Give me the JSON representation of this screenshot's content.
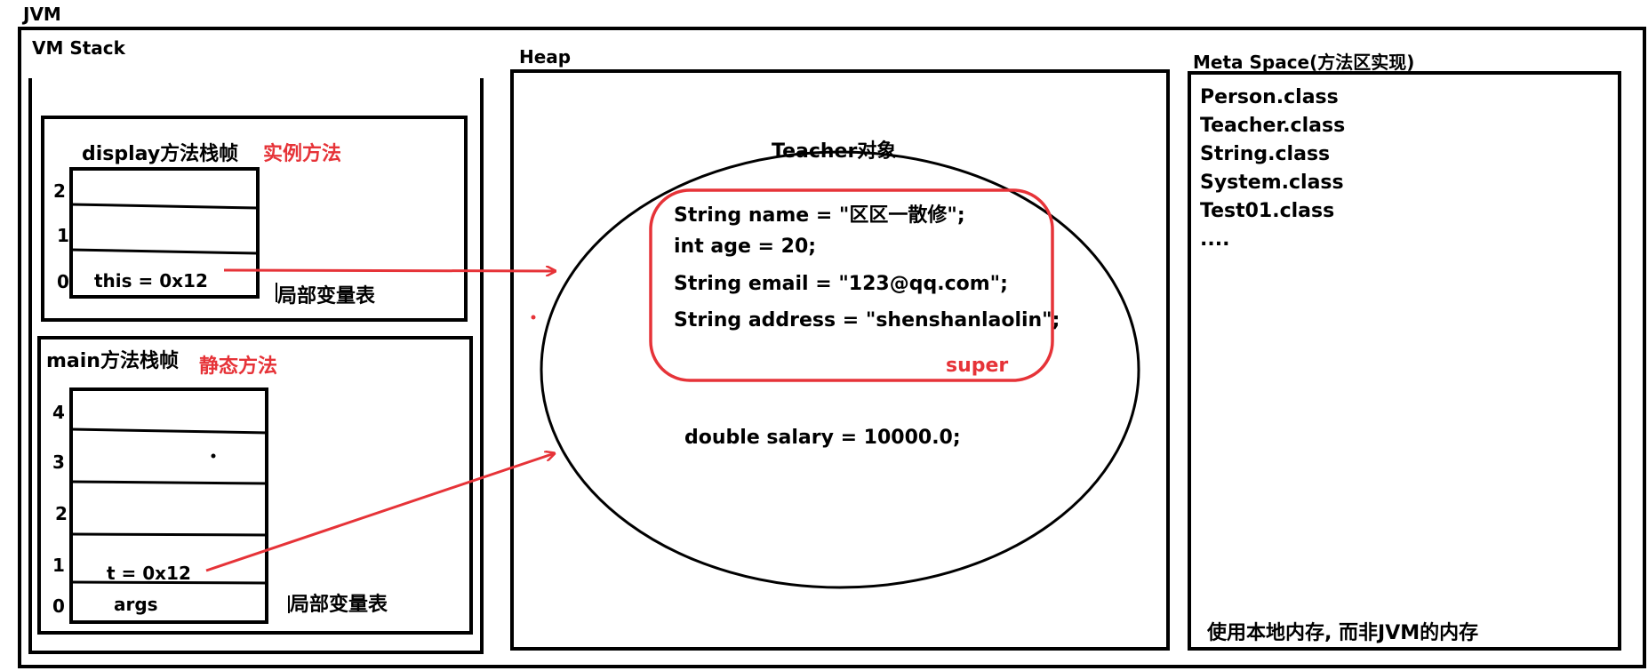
{
  "title": "JVM",
  "vm_stack": {
    "label": "VM Stack",
    "display_frame": {
      "label": "display方法栈帧",
      "kind": "实例方法",
      "slot_indices": [
        "2",
        "1",
        "0"
      ],
      "slot0_value": "this = 0x12",
      "table_label": "局部变量表"
    },
    "main_frame": {
      "label": "main方法栈帧",
      "kind": "静态方法",
      "slot_indices": [
        "4",
        "3",
        "2",
        "1",
        "0"
      ],
      "slot1_value": "t = 0x12",
      "slot0_value": "args",
      "table_label": "局部变量表"
    }
  },
  "heap": {
    "label": "Heap",
    "object_label": "Teacher对象",
    "super_fields": [
      "String name = \"区区一散修\";",
      "int age = 20;",
      "String email = \"123@qq.com\";",
      "String address = \"shenshanlaolin\";"
    ],
    "super_label": "super",
    "own_field": "double salary = 10000.0;"
  },
  "meta_space": {
    "label": "Meta Space(方法区实现)",
    "classes": [
      "Person.class",
      "Teacher.class",
      "String.class",
      "System.class",
      "Test01.class",
      "...."
    ],
    "note": "使用本地内存, 而非JVM的内存"
  },
  "colors": {
    "line": "#000000",
    "accent": "#e63338"
  }
}
